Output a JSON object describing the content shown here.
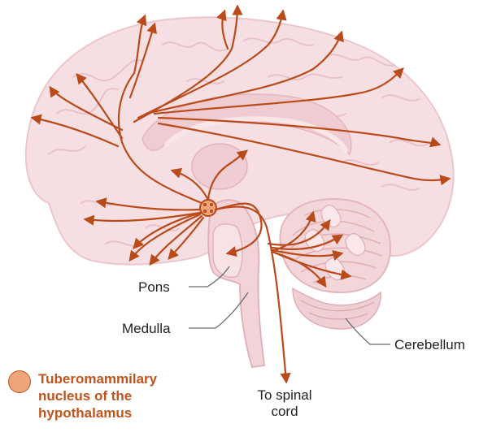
{
  "labels": {
    "pons": "Pons",
    "medulla": "Medulla",
    "cerebellum": "Cerebellum",
    "spinal_line1": "To spinal",
    "spinal_line2": "cord"
  },
  "legend": {
    "line1": "Tuberomammilary",
    "line2": "nucleus of the",
    "line3": "hypothalamus"
  },
  "colors": {
    "pathway": "#b94a1a",
    "legend_text": "#c0541c",
    "nucleus_fill": "#f0a47a",
    "brain_fill": "#f6dfe2",
    "brain_outline": "#ecc6cc",
    "text": "#222222"
  }
}
